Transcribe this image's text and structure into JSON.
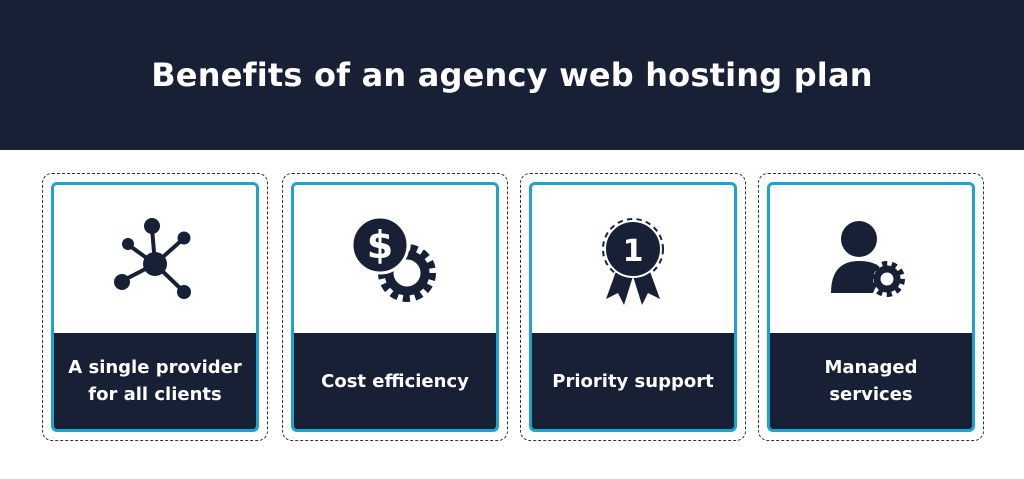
{
  "title": "Benefits of an agency web hosting plan",
  "cards": [
    {
      "label": "A single provider\nfor all clients",
      "icon": "network-hub-icon"
    },
    {
      "label": "Cost efficiency",
      "icon": "dollar-gear-icon"
    },
    {
      "label": "Priority support",
      "icon": "award-ribbon-icon",
      "badge": "1"
    },
    {
      "label": "Managed\nservices",
      "icon": "user-gear-icon"
    }
  ],
  "colors": {
    "navy": "#172035",
    "accent": "#1fa3c9"
  }
}
